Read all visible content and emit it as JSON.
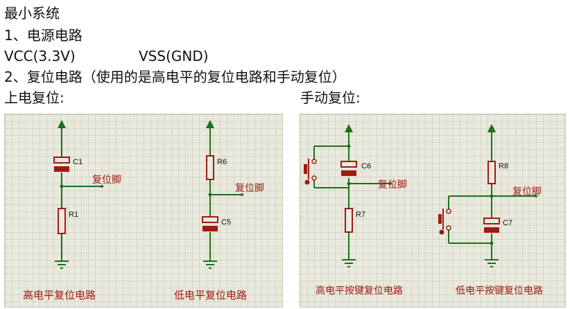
{
  "text": {
    "line1": "最小系统",
    "line2": "1、电源电路",
    "vcc": "VCC(3.3V)",
    "vss": "VSS(GND)",
    "line4": "2、复位电路（使用的是高电平的复位电路和手动复位）",
    "power_on_reset": "上电复位:",
    "manual_reset": "手动复位:"
  },
  "panel_left": {
    "caption_high": "高电平复位电路",
    "caption_low": "低电平复位电路",
    "c1": "C1",
    "r1": "R1",
    "r6": "R6",
    "c5": "C5",
    "pin_a": "复位脚",
    "pin_b": "复位脚"
  },
  "panel_right": {
    "caption_high": "高电平按键复位电路",
    "caption_low": "低电平按键复位电路",
    "c6": "C6",
    "r7": "R7",
    "r8": "R8",
    "c7": "C7",
    "pin_a": "复位脚",
    "pin_b": "复位脚"
  },
  "colors": {
    "wire": "#1e6f1e",
    "component": "#a01a12",
    "grid_bg": "#e9e9de"
  }
}
